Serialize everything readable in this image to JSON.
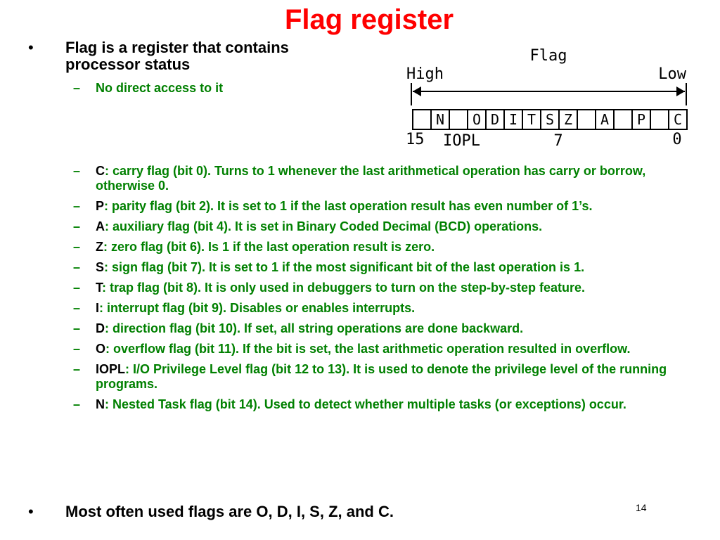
{
  "slide": {
    "title": "Flag register",
    "page_number": "14"
  },
  "intro": {
    "bullet_text": "Flag is a register that contains processor status",
    "sub_text": "No direct access to it"
  },
  "diagram": {
    "title": "Flag",
    "high_label": "High",
    "low_label": "Low",
    "cells": [
      "",
      "N",
      "",
      "O",
      "D",
      "I",
      "T",
      "S",
      "Z",
      "",
      "A",
      "",
      "P",
      "",
      "C"
    ],
    "bit_high": "15",
    "iopl_label": "IOPL",
    "bit_mid": "7",
    "bit_low": "0"
  },
  "flags": [
    {
      "key": "C",
      "desc": ": carry flag (bit 0). Turns to 1 whenever the last arithmetical operation has carry or borrow, otherwise 0."
    },
    {
      "key": "P",
      "desc": ": parity flag (bit 2). It is set to 1 if the last operation result has even number of 1’s."
    },
    {
      "key": "A",
      "desc": ": auxiliary flag (bit 4). It is set in Binary Coded Decimal (BCD) operations."
    },
    {
      "key": "Z",
      "desc": ": zero flag (bit 6). Is 1 if the last operation result is zero."
    },
    {
      "key": "S",
      "desc": ": sign flag (bit 7). It is set to 1 if the most significant bit of the last operation is 1."
    },
    {
      "key": "T",
      "desc": ": trap flag (bit 8). It is only used in debuggers to turn on the step-by-step feature."
    },
    {
      "key": "I",
      "desc": ": interrupt flag (bit 9). Disables or enables interrupts."
    },
    {
      "key": "D",
      "desc": ": direction flag (bit 10). If set, all string operations are done backward."
    },
    {
      "key": "O",
      "desc": ": overflow flag (bit 11). If the bit is set, the last arithmetic operation resulted in overflow."
    },
    {
      "key": "IOPL",
      "desc": ": I/O Privilege Level flag (bit 12 to 13). It is used to denote the privilege level of the running programs."
    },
    {
      "key": "N",
      "desc": ": Nested Task flag (bit 14). Used to detect whether multiple tasks (or exceptions) occur."
    }
  ],
  "summary": {
    "bullet_text": "Most often used flags are O, D, I, S, Z, and C."
  },
  "colors": {
    "title": "#ff0000",
    "sub_text": "#008000",
    "body": "#000000"
  }
}
